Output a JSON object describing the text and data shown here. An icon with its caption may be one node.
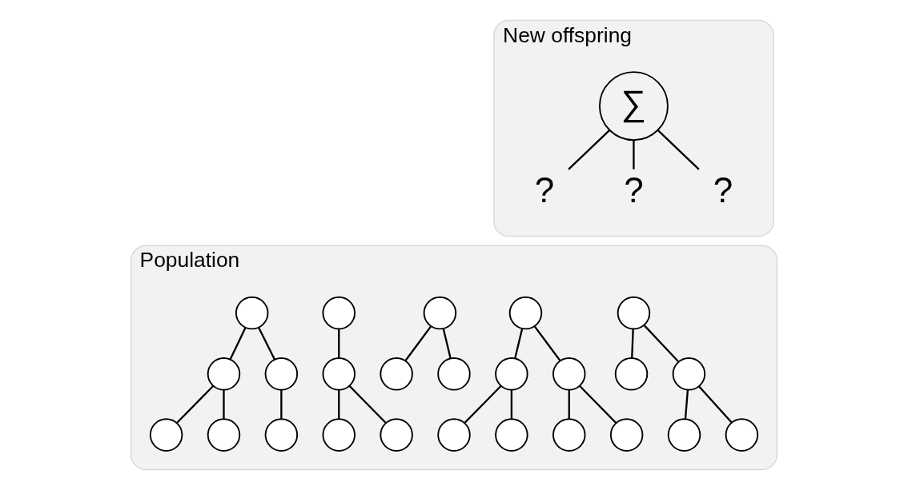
{
  "diagram": {
    "nodes": [
      {
        "text": [
          "New offspring"
        ]
      },
      {
        "text": [
          "∑"
        ],
        "in": 0
      },
      {
        "text": [
          "?"
        ],
        "in": 0
      },
      {
        "text": [
          "?"
        ],
        "in": 0
      },
      {
        "text": [
          "?"
        ],
        "in": 0
      },
      {
        "text": [
          "Population"
        ]
      },
      {
        "text": [],
        "shape": "circle",
        "in": 5
      },
      {
        "text": [],
        "shape": "circle",
        "in": 5
      },
      {
        "text": [],
        "shape": "circle",
        "in": 5
      },
      {
        "text": [],
        "shape": "circle",
        "in": 5
      },
      {
        "text": [],
        "shape": "circle",
        "in": 5
      },
      {
        "text": [],
        "shape": "circle",
        "in": 5
      },
      {
        "text": [],
        "shape": "circle",
        "in": 5
      },
      {
        "text": [],
        "shape": "circle",
        "in": 5
      },
      {
        "text": [],
        "shape": "circle",
        "in": 5
      },
      {
        "text": [],
        "shape": "circle",
        "in": 5
      },
      {
        "text": [],
        "shape": "circle",
        "in": 5
      },
      {
        "text": [],
        "shape": "circle",
        "in": 5
      },
      {
        "text": [],
        "shape": "circle",
        "in": 5
      },
      {
        "text": [],
        "shape": "circle",
        "in": 5
      },
      {
        "text": [],
        "shape": "circle",
        "in": 5
      },
      {
        "text": [],
        "shape": "circle",
        "in": 5
      },
      {
        "text": [],
        "shape": "circle",
        "in": 5
      },
      {
        "text": [],
        "shape": "circle",
        "in": 5
      },
      {
        "text": [],
        "shape": "circle",
        "in": 5
      },
      {
        "text": [],
        "shape": "circle",
        "in": 5
      },
      {
        "text": [],
        "shape": "circle",
        "in": 5
      },
      {
        "text": [],
        "shape": "circle",
        "in": 5
      },
      {
        "text": [],
        "shape": "circle",
        "in": 5
      },
      {
        "text": [],
        "shape": "circle",
        "in": 5
      },
      {
        "text": [],
        "shape": "circle",
        "in": 5
      }
    ],
    "edges": [
      {
        "from": 1,
        "to": 2,
        "arrow": "none"
      },
      {
        "from": 1,
        "to": 3,
        "arrow": "none"
      },
      {
        "from": 1,
        "to": 4,
        "arrow": "none"
      },
      {
        "from": 6,
        "to": 7,
        "arrow": "none"
      },
      {
        "from": 6,
        "to": 8,
        "arrow": "none"
      },
      {
        "from": 8,
        "to": 9,
        "arrow": "none"
      },
      {
        "from": 8,
        "to": 10,
        "arrow": "none"
      },
      {
        "from": 11,
        "to": 12,
        "arrow": "none"
      },
      {
        "from": 11,
        "to": 13,
        "arrow": "none"
      },
      {
        "from": 12,
        "to": 14,
        "arrow": "none"
      },
      {
        "from": 12,
        "to": 15,
        "arrow": "none"
      },
      {
        "from": 13,
        "to": 16,
        "arrow": "none"
      },
      {
        "from": 13,
        "to": 17,
        "arrow": "none"
      },
      {
        "from": 18,
        "to": 19,
        "arrow": "none"
      },
      {
        "from": 18,
        "to": 20,
        "arrow": "none"
      },
      {
        "from": 21,
        "to": 22,
        "arrow": "none"
      },
      {
        "from": 22,
        "to": 23,
        "arrow": "none"
      },
      {
        "from": 22,
        "to": 24,
        "arrow": "none"
      },
      {
        "from": 25,
        "to": 26,
        "arrow": "none"
      },
      {
        "from": 25,
        "to": 27,
        "arrow": "none"
      },
      {
        "from": 26,
        "to": 28,
        "arrow": "none"
      },
      {
        "from": 26,
        "to": 29,
        "arrow": "none"
      },
      {
        "from": 27,
        "to": 30,
        "arrow": "none"
      }
    ]
  }
}
